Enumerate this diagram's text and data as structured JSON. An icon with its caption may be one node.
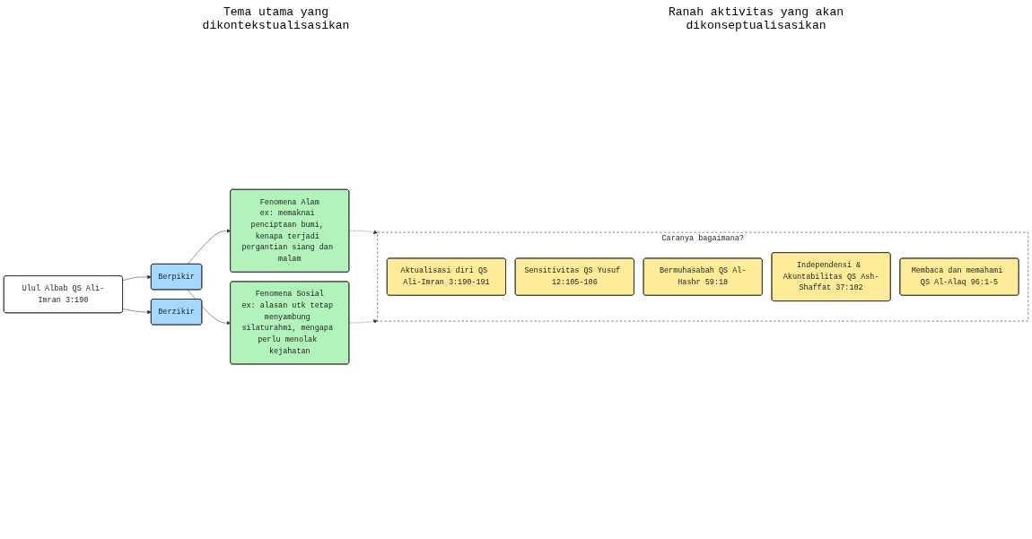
{
  "diagram": {
    "nodes": [
      {
        "text": [
          "Ulul Albab QS Ali-Imran 3:190"
        ]
      },
      {
        "text": [
          "Berpikir"
        ]
      },
      {
        "text": [
          "Berzikir"
        ]
      },
      {
        "text": [
          "Fenomena Alam",
          "ex: memaknai penciptaan bumi, kenapa terjadi pergantian siang dan malam"
        ]
      },
      {
        "text": [
          "Fenomena Sosial",
          "ex: alasan utk tetap menyambung silaturahmi, mengapa perlu menolak kejahatan"
        ]
      },
      {
        "text": [
          "Caranya bagaimana?"
        ]
      },
      {
        "text": [
          "Aktualisasi diri QS Ali-Imran 3:190-191"
        ],
        "in": 5
      },
      {
        "text": [
          "Sensitivitas QS Yusuf 12:105-106"
        ],
        "in": 5
      },
      {
        "text": [
          "Bermuhasabah QS Al-Hashr 59:18"
        ],
        "in": 5
      },
      {
        "text": [
          "Independensi & Akuntabilitas QS Ash-Shaffat 37:102"
        ],
        "in": 5
      },
      {
        "text": [
          "Membaca dan memahami QS Al-Alaq 96:1-5"
        ],
        "in": 5
      }
    ],
    "edges": [
      {
        "from": 0,
        "to": 1,
        "arrow": "to"
      },
      {
        "from": 0,
        "to": 2,
        "arrow": "to"
      },
      {
        "from": 1,
        "to": 3,
        "arrow": "to"
      },
      {
        "from": 1,
        "to": 4,
        "arrow": "to"
      },
      {
        "from": 3,
        "to": 5,
        "arrow": "to",
        "style": "dashed"
      },
      {
        "from": 4,
        "to": 5,
        "arrow": "to",
        "style": "dashed"
      }
    ],
    "labels": [
      "Tema utama yang dikontekstualisasikan",
      "Ranah aktivitas yang akan dikonseptualisasikan"
    ]
  }
}
